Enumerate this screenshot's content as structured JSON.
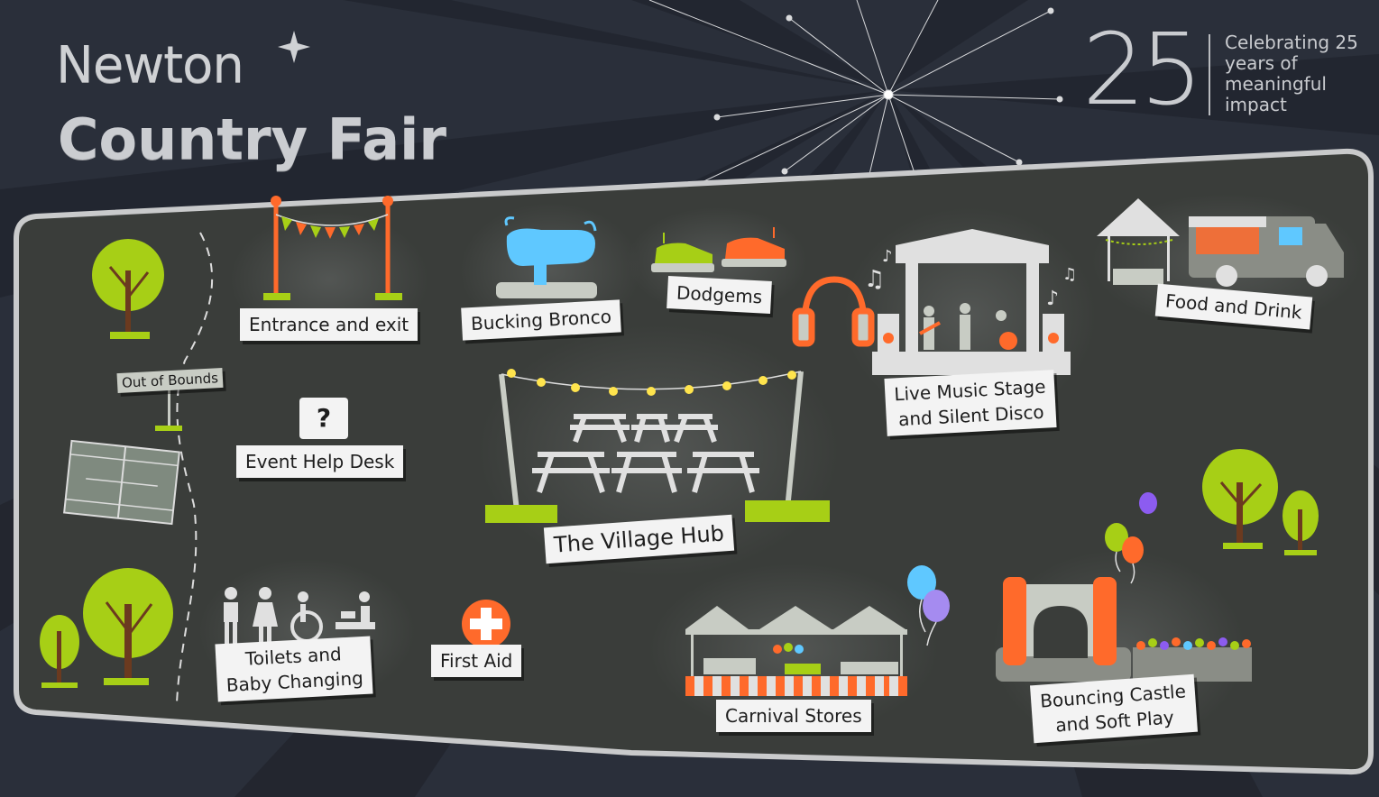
{
  "header": {
    "brand": "Newton",
    "subtitle": "Country Fair",
    "anniversary_number": "25",
    "anniversary_text": "Celebrating 25 years of meaningful impact"
  },
  "zones": {
    "entrance": "Entrance and exit",
    "bucking_bronco": "Bucking Bronco",
    "dodgems": "Dodgems",
    "food_drink": "Food and Drink",
    "live_music": "Live Music Stage\nand Silent Disco",
    "out_of_bounds": "Out of Bounds",
    "help_desk": "Event Help Desk",
    "village_hub": "The Village Hub",
    "toilets": "Toilets and\nBaby Changing",
    "first_aid": "First Aid",
    "carnival": "Carnival Stores",
    "bouncy": "Bouncing Castle\nand Soft Play"
  },
  "icons": {
    "help_question": "?"
  },
  "colors": {
    "background": "#2a2f3a",
    "map_ground": "#3a3d3a",
    "accent_orange": "#ff6a2b",
    "grass_green": "#a8d40a",
    "bronco_blue": "#5fc8ff",
    "label_bg": "#f3f3f3"
  }
}
